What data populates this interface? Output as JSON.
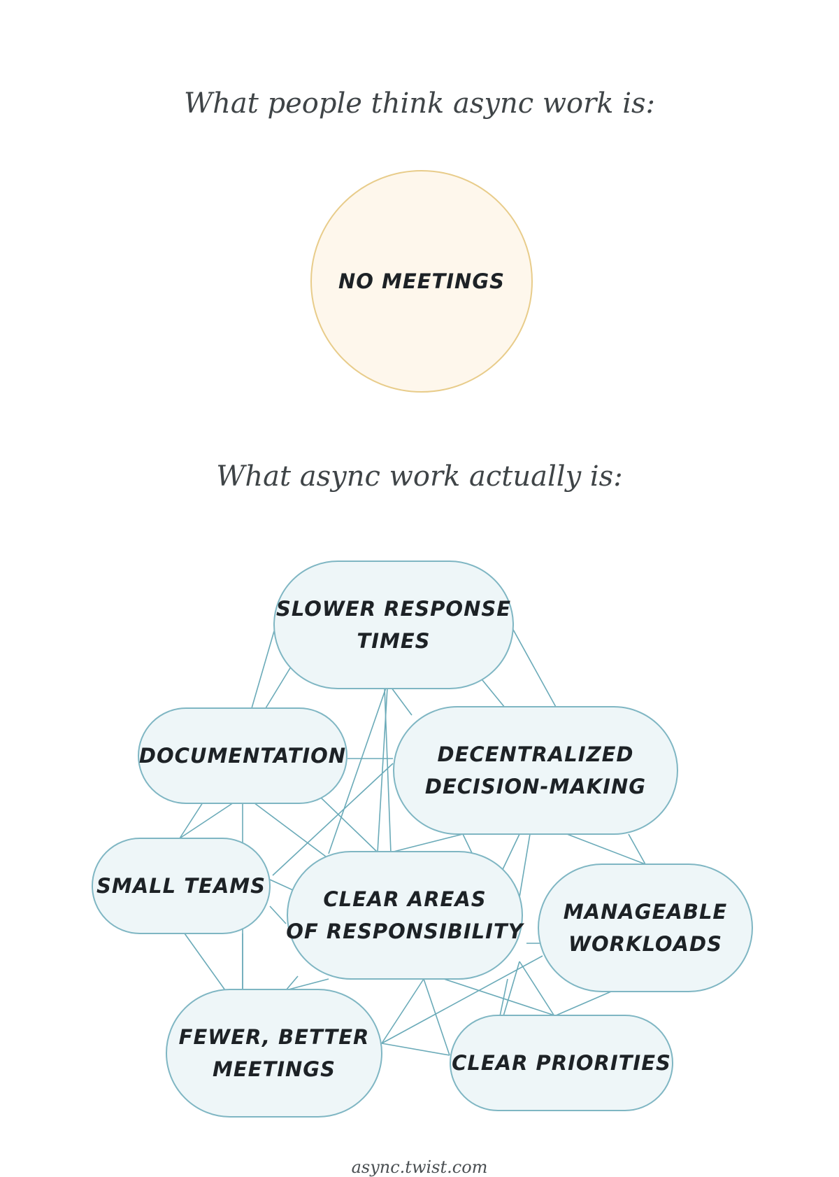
{
  "headings": {
    "top": "What people think async work is:",
    "bottom": "What async work actually is:"
  },
  "myth": {
    "label": "NO MEETINGS"
  },
  "reality": {
    "nodes": [
      {
        "id": "slower",
        "lines": [
          "SLOWER RESPONSE",
          "TIMES"
        ]
      },
      {
        "id": "docs",
        "lines": [
          "DOCUMENTATION"
        ]
      },
      {
        "id": "decentral",
        "lines": [
          "DECENTRALIZED",
          "DECISION-MAKING"
        ]
      },
      {
        "id": "small",
        "lines": [
          "SMALL TEAMS"
        ]
      },
      {
        "id": "clearareas",
        "lines": [
          "CLEAR AREAS",
          "OF RESPONSIBILITY"
        ]
      },
      {
        "id": "manageable",
        "lines": [
          "MANAGEABLE",
          "WORKLOADS"
        ]
      },
      {
        "id": "fewer",
        "lines": [
          "FEWER, BETTER",
          "MEETINGS"
        ]
      },
      {
        "id": "priorities",
        "lines": [
          "CLEAR PRIORITIES"
        ]
      }
    ]
  },
  "footer": "async.twist.com",
  "colors": {
    "myth_fill": "#fef7ec",
    "myth_stroke": "#e8cc8a",
    "node_fill": "#eef6f8",
    "node_stroke": "#7fb6c3",
    "edge": "#6aaab8",
    "text": "#1d2226"
  }
}
